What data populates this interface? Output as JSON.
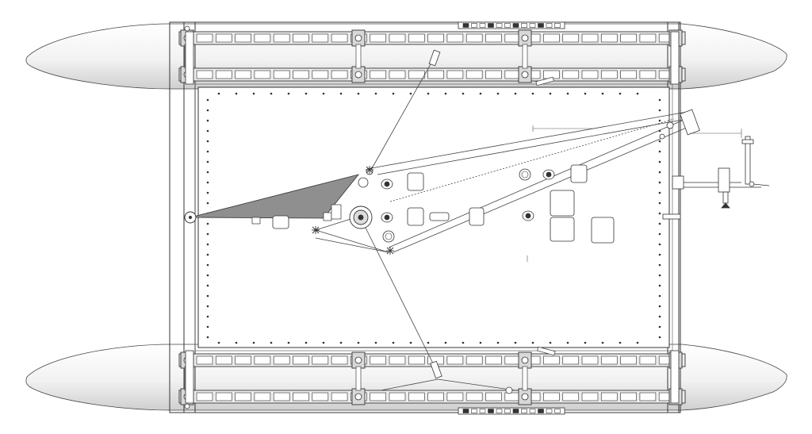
{
  "drawing": {
    "view": "top",
    "subject": "catamaran",
    "hull_count": 2,
    "beam_module_count": 4,
    "deck_fittings": [
      "mast-step",
      "winch",
      "block",
      "cleat",
      "hatch",
      "jib-sheet",
      "forestay",
      "bridle",
      "tiller",
      "rudder"
    ],
    "colors": {
      "line": "#333333",
      "hull_fill": "#f4f4f4",
      "hull_shade": "#dcdcdc",
      "deck_fill": "#ffffff",
      "sail_fill": "#8f8f8f",
      "beam_fill": "#eeeeee"
    }
  }
}
